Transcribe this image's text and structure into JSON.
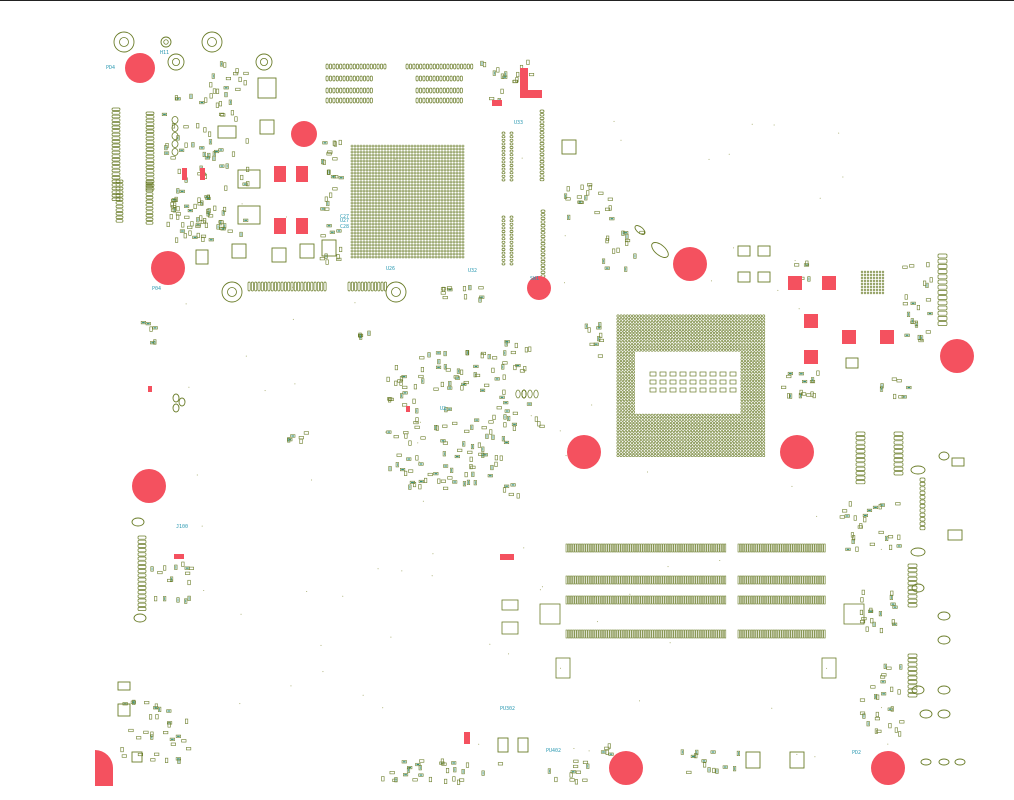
{
  "colors": {
    "background": "#ffffff",
    "footprint": "#6b7d2a",
    "mounting_hole": "#f4515f",
    "label": "#2f9bb3"
  },
  "labels": {
    "l01": "PD4",
    "l02": "H11",
    "l03": "U32",
    "l04": "U33",
    "l05": "U27",
    "l06": "U26",
    "l07": "U2",
    "l08": "SW1",
    "l09": "PD2",
    "l10": "PU302",
    "l11": "PU402",
    "l12": "P04",
    "l13": "J100",
    "l14": "C27",
    "l15": "C28"
  }
}
